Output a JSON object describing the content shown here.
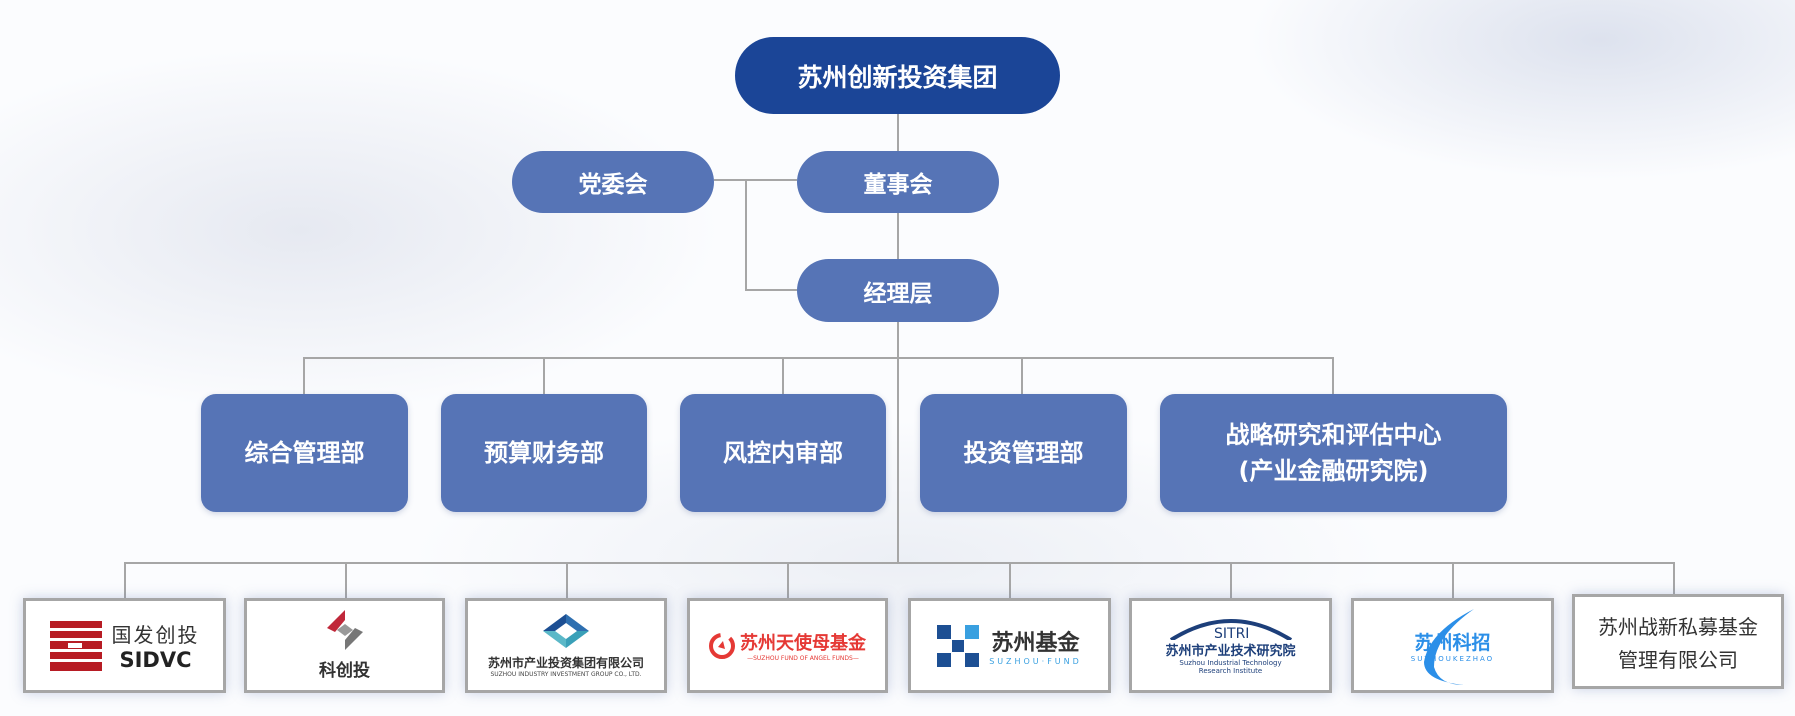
{
  "top": "苏州创新投资集团",
  "party": "党委会",
  "board": "董事会",
  "management": "经理层",
  "departments": [
    "综合管理部",
    "预算财务部",
    "风控内审部",
    "投资管理部"
  ],
  "strategy": {
    "line1": "战略研究和评估中心",
    "line2": "(产业金融研究院)"
  },
  "subsidiaries": [
    {
      "cn": "国发创投",
      "en": "SIDVC"
    },
    {
      "cn": "科创投"
    },
    {
      "cn": "苏州市产业投资集团有限公司",
      "en": "SUZHOU INDUSTRY INVESTMENT GROUP CO., LTD."
    },
    {
      "cn": "苏州天使母基金",
      "en": "—SUZHOU FUND OF ANGEL FUNDS—"
    },
    {
      "cn": "苏州基金",
      "en": "SUZHOU·FUND"
    },
    {
      "cn": "苏州市产业技术研究院",
      "en": "Suzhou Industrial Technology",
      "en2": "Research Institute"
    },
    {
      "cn": "苏州科招",
      "en": "SUZHOUKEZHAO"
    },
    {
      "cn": "苏州战新私募基金",
      "cn2": "管理有限公司"
    }
  ],
  "colors": {
    "top": "#1b4597",
    "node": "#5674b6",
    "line": "#a6a6a6"
  }
}
